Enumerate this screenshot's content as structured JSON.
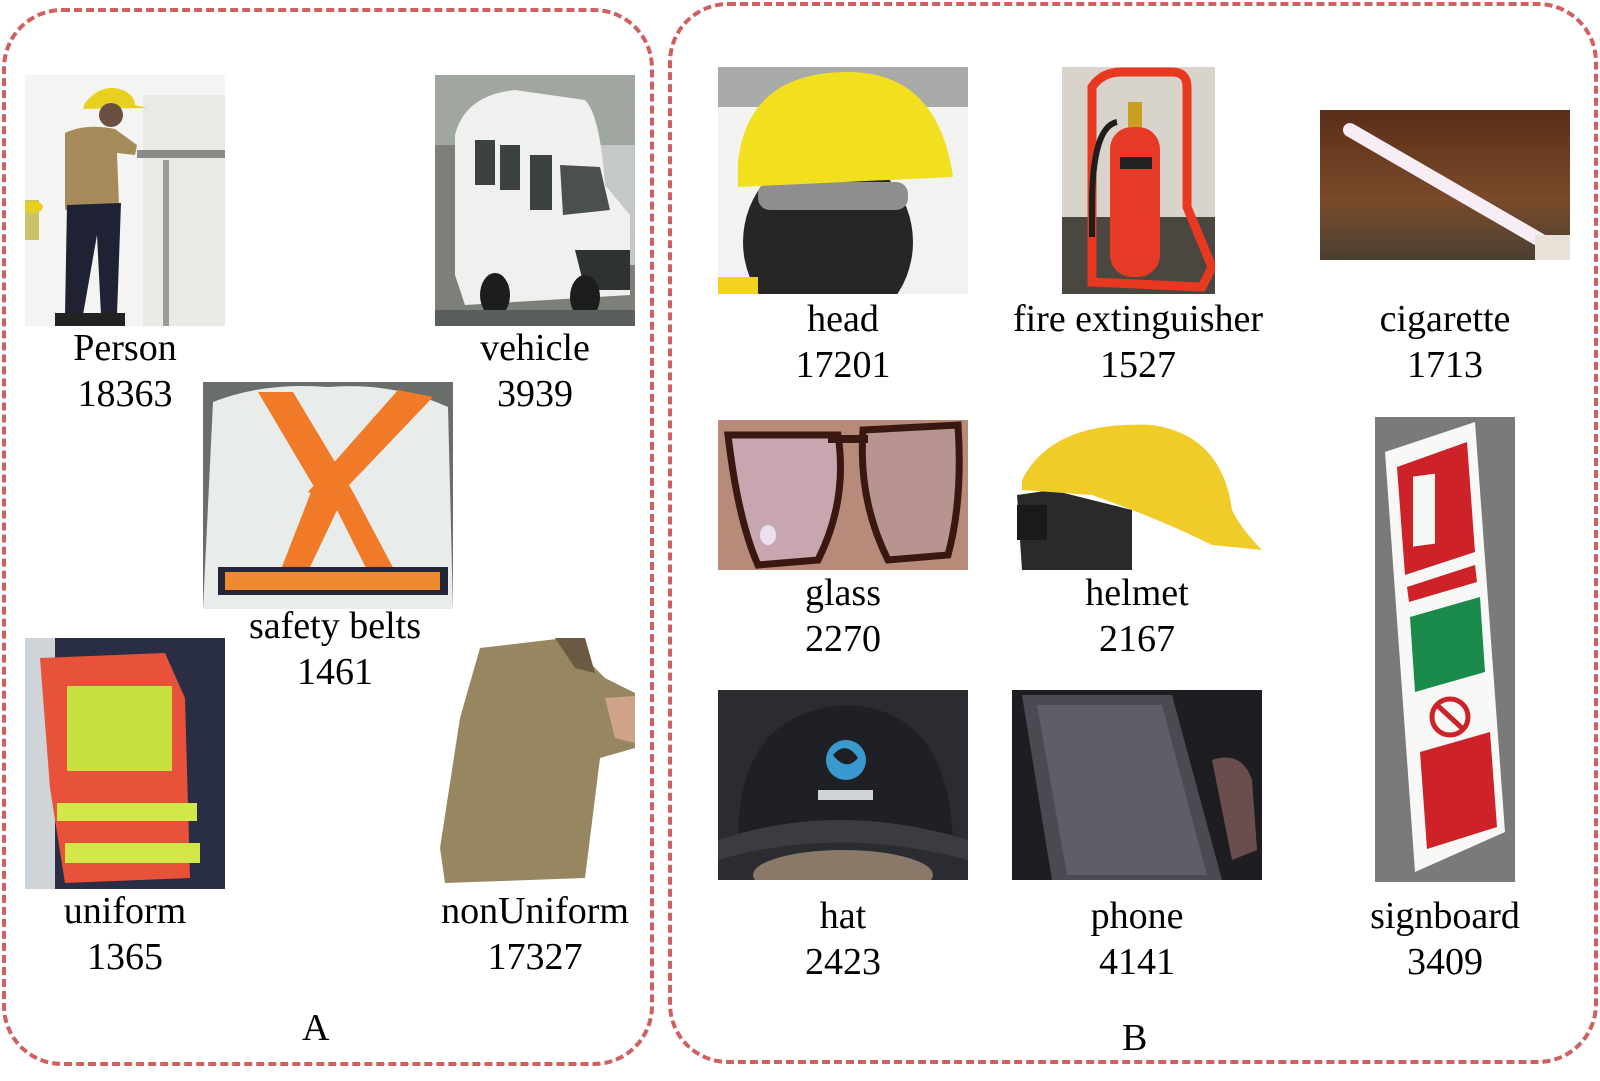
{
  "figure": {
    "panels": [
      {
        "label": "A",
        "items": [
          {
            "name": "Person",
            "count": "18363"
          },
          {
            "name": "vehicle",
            "count": "3939"
          },
          {
            "name": "safety belts",
            "count": "1461"
          },
          {
            "name": "uniform",
            "count": "1365"
          },
          {
            "name": "nonUniform",
            "count": "17327"
          }
        ]
      },
      {
        "label": "B",
        "items": [
          {
            "name": "head",
            "count": "17201"
          },
          {
            "name": "fire extinguisher",
            "count": "1527"
          },
          {
            "name": "cigarette",
            "count": "1713"
          },
          {
            "name": "glass",
            "count": "2270"
          },
          {
            "name": "helmet",
            "count": "2167"
          },
          {
            "name": "signboard",
            "count": "3409"
          },
          {
            "name": "hat",
            "count": "2423"
          },
          {
            "name": "phone",
            "count": "4141"
          }
        ]
      }
    ],
    "colors": {
      "dashed_border": "#d06060",
      "text": "#000000"
    }
  }
}
